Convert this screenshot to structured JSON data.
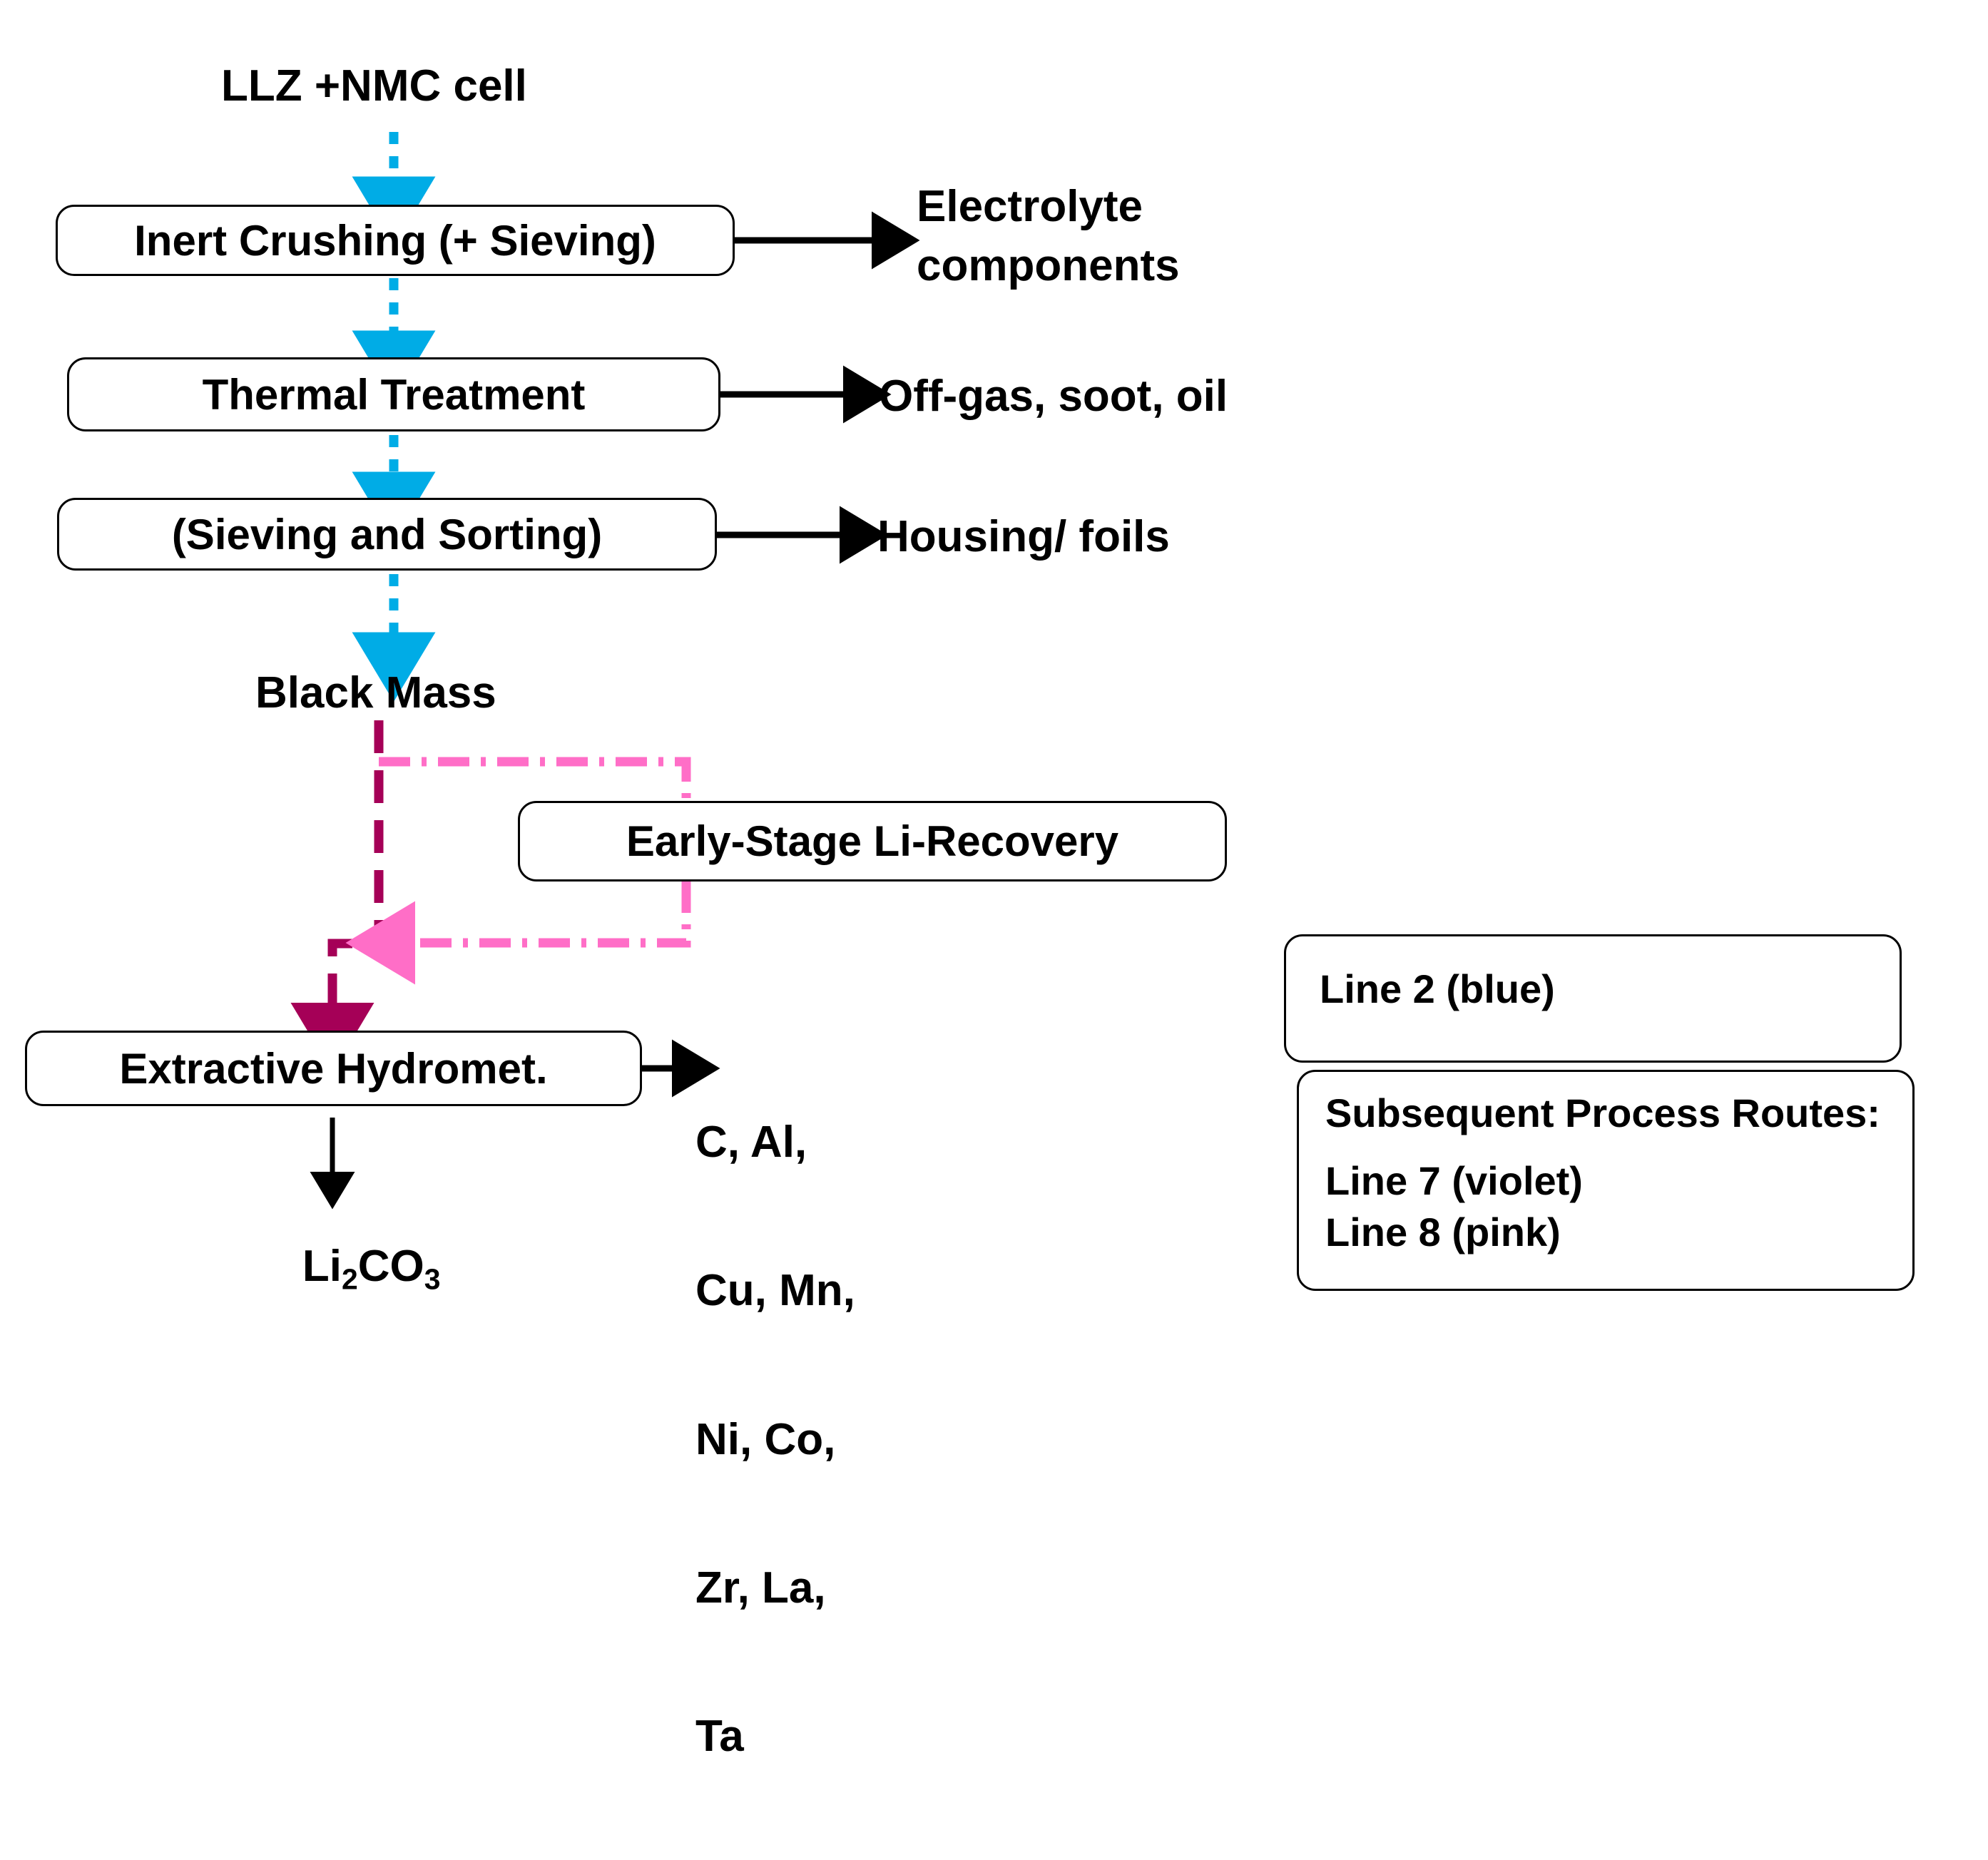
{
  "diagram": {
    "title_text": "LLZ +NMC cell",
    "nodes": {
      "input_label": "LLZ +NMC cell",
      "step1": "Inert Crushing (+ Sieving)",
      "step2": "Thermal Treatment",
      "step3": "(Sieving and Sorting)",
      "intermediate": "Black Mass",
      "li_recovery": "Early-Stage Li-Recovery",
      "hydromet": "Extractive Hydromet."
    },
    "outputs": {
      "electrolyte_line1": "Electrolyte",
      "electrolyte_line2": "components",
      "offgas": "Off-gas, soot, oil",
      "housing": "Housing/ foils",
      "metals_lines": [
        "C, Al,",
        "Cu, Mn,",
        "Ni, Co,",
        "Zr, La,",
        "Ta"
      ],
      "product_prefix": "Li",
      "product_sub1": "2",
      "product_mid": "CO",
      "product_sub2": "3"
    }
  },
  "legend": {
    "box1": {
      "label": "Line 2 (blue)",
      "style": "dotted",
      "color": "#00ace6"
    },
    "box2": {
      "title": "Subsequent Process Routes:",
      "rows": [
        {
          "label": "Line 7 (violet)",
          "style": "dashed",
          "color": "#a50057"
        },
        {
          "label": "Line 8 (pink)",
          "style": "dash-dot",
          "color": "#ff6ec7"
        }
      ]
    }
  },
  "colors": {
    "blue": "#00ace6",
    "violet": "#a50057",
    "pink": "#ff6ec7",
    "black": "#000000",
    "background": "#ffffff"
  }
}
